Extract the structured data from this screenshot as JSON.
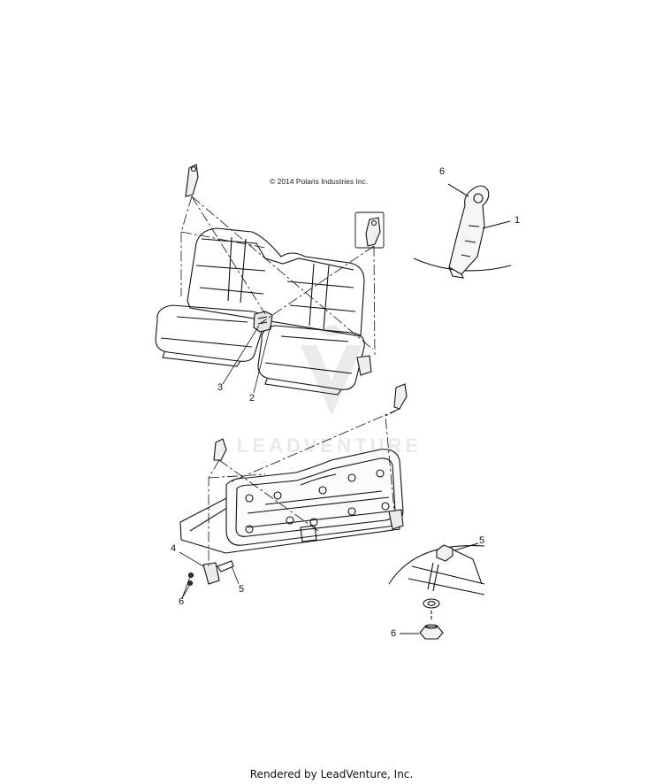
{
  "copyright": "© 2014 Polaris Industries Inc.",
  "watermark": "LEADVENTURE",
  "footer": "Rendered by LeadVenture, Inc.",
  "callouts": {
    "c1": "1",
    "c2": "2",
    "c3": "3",
    "c4": "4",
    "c5_main": "5",
    "c5_detail": "5",
    "c6_top": "6",
    "c6_main": "6",
    "c6_detail": "6"
  }
}
